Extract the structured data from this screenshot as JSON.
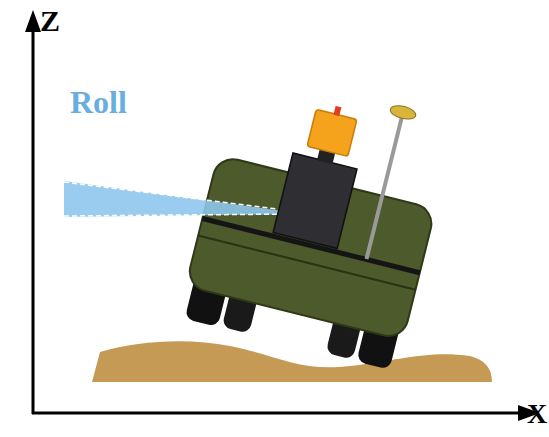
{
  "diagram": {
    "labels": [
      "Z",
      "Roll",
      "X"
    ]
  }
}
